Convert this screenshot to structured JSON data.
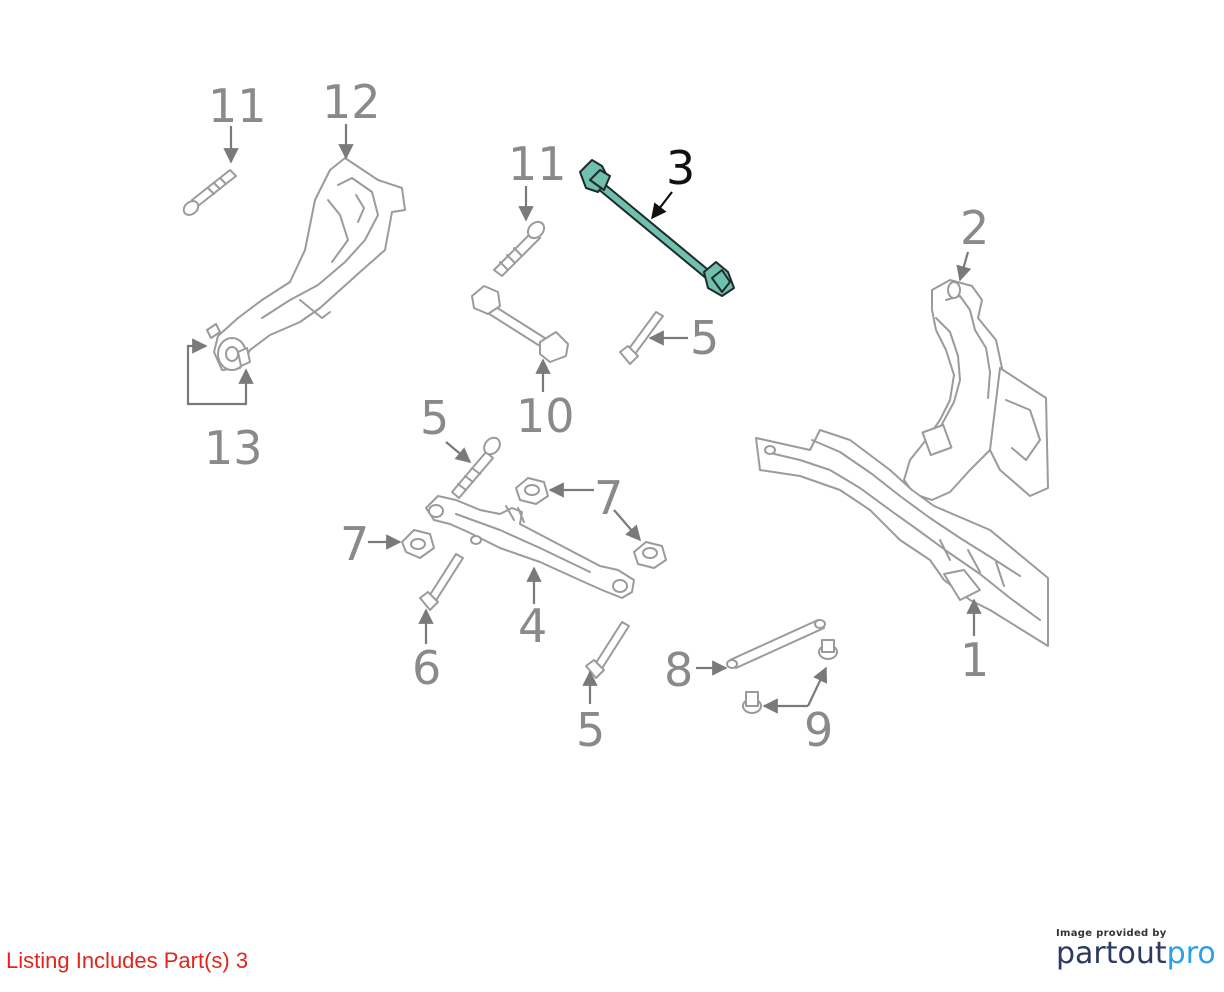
{
  "diagram": {
    "callouts": [
      {
        "id": "c3",
        "label": "3"
      },
      {
        "id": "c11a",
        "label": "11"
      },
      {
        "id": "c12",
        "label": "12"
      },
      {
        "id": "c13",
        "label": "13"
      },
      {
        "id": "c11b",
        "label": "11"
      },
      {
        "id": "c10",
        "label": "10"
      },
      {
        "id": "c5a",
        "label": "5"
      },
      {
        "id": "c2",
        "label": "2"
      },
      {
        "id": "c5b",
        "label": "5"
      },
      {
        "id": "c7a",
        "label": "7"
      },
      {
        "id": "c7b",
        "label": "7"
      },
      {
        "id": "c4",
        "label": "4"
      },
      {
        "id": "c6",
        "label": "6"
      },
      {
        "id": "c5c",
        "label": "5"
      },
      {
        "id": "c8",
        "label": "8"
      },
      {
        "id": "c9",
        "label": "9"
      },
      {
        "id": "c1",
        "label": "1"
      }
    ],
    "highlight_color": "#6fc0ae",
    "line_color": "#9b9b9b",
    "label_color": "#8a8a8a"
  },
  "footer": {
    "listing": "Listing Includes Part(s) 3",
    "listing_color": "#e0251b",
    "credit_small": "Image provided by",
    "credit_brand_a": "partout",
    "credit_brand_b": "pro"
  }
}
